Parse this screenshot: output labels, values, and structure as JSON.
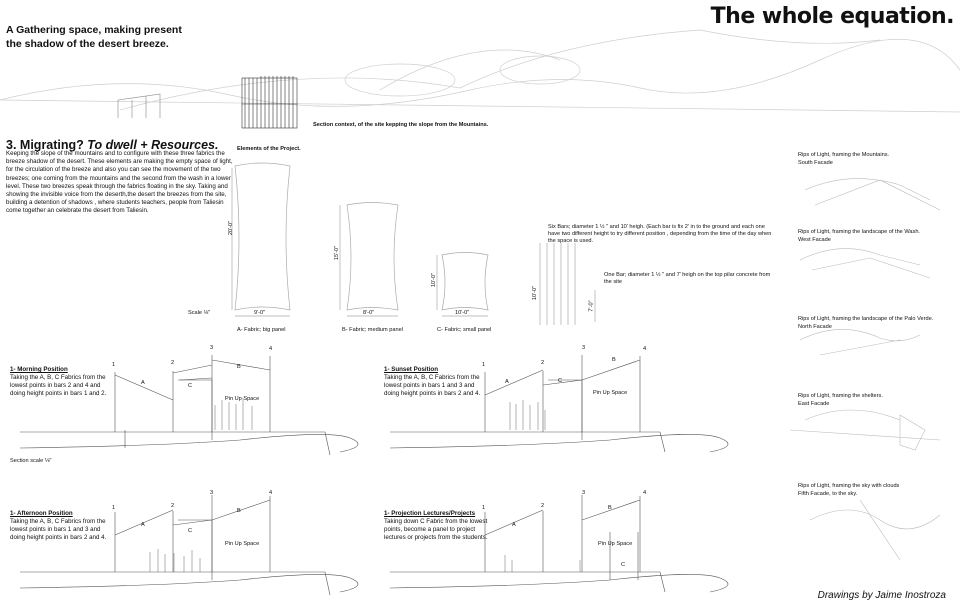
{
  "title": "The whole equation.",
  "intro": {
    "line1": "A Gathering space, making present",
    "line2": "the shadow of the desert breeze."
  },
  "section_context": "Section context, of the site kepping the slope from the Mountains.",
  "migrating": {
    "number": "3.",
    "heading_plain": "Migrating?",
    "heading_italic": "To dwell + Resources.",
    "body": "Keeping the slope of the mountains and to configure with these three fabrics the breeze shadow of the desert. These elements are making the empty space of light, for the circulation of the breeze and also you can see the movement of the two breezes; one coming from the mountains and the second from the wash in a lower level. These two breezes speak through the fabrics floating in the sky. Taking and showing the invisible voice from the deserth,the desert the breezes from the site, building a detention of shadows , where students teachers, people from Taliesin come together an celebrate the desert from Taliesin."
  },
  "elements": {
    "heading": "Elements of the Project.",
    "scale": "Scale ⅛\"",
    "fabric_a": "A- Fabric; big panel",
    "fabric_b": "B- Fabric; medium panel",
    "fabric_c": "C- Fabric; small panel",
    "dim_a_h": "20'-0\"",
    "dim_a_w": "9'-0\"",
    "dim_b_h": "15'-0\"",
    "dim_b_w": "8'-0\"",
    "dim_c_h": "10'-0\"",
    "dim_c_w": "10'-0\"",
    "dim_bars": "10'-0\"",
    "dim_bar": "7'-0\"",
    "six_bars": "Six Bars; diameter 1 ½ \" and 10' heigh. (Each bar is fix 2' in to the ground and each one have two different height to try different position , depending from the time of the day when the space is used.",
    "one_bar": "One Bar; diameter 1 ½ \" and 7' heigh on the top pilar concrete from the site"
  },
  "section_scale": "Section scale ⅛\"",
  "positions": [
    {
      "title": "1- Morning Position",
      "text": "Taking the A, B, C Fabrics from the lowest points in bars 2 and 4 and doing height points in bars 1 and 2."
    },
    {
      "title": "1- Sunset Position",
      "text": "Taking the A, B, C Fabrics from the lowest points in bars 1 and 3 and doing height points in bars 2 and 4."
    },
    {
      "title": "1- Afternoon Position",
      "text": "Taking the A, B, C Fabrics from the lowest points in bars 1 and 3 and doing height points in bars 2 and 4."
    },
    {
      "title": "1- Projection Lectures/Projects",
      "text": "Taking down C Fabric from the lowest points, become a panel to project lectures or projects from the students."
    }
  ],
  "labels": {
    "a": "A",
    "b": "B",
    "c": "C",
    "n1": "1",
    "n2": "2",
    "n3": "3",
    "n4": "4",
    "pinup": "Pin Up Space"
  },
  "rips": [
    {
      "text": "Rips of Light, framing the Mountains.",
      "facade": "South Facade"
    },
    {
      "text": "Rips of Light, framing the landscape of the Wash.",
      "facade": "West Facade"
    },
    {
      "text": "Rips of Light, framing the landscape of the Palo Verde.",
      "facade": "North Facade"
    },
    {
      "text": "Rips of Light, framing the shelters.",
      "facade": "East Facade"
    },
    {
      "text": "Rips of Light, framing the sky with clouds",
      "facade": "Fifth Facade, to the sky."
    }
  ],
  "credit": "Drawings by Jaime Inostroza"
}
